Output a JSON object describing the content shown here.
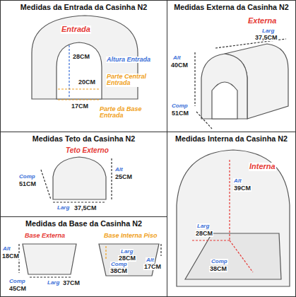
{
  "diagram": {
    "nodes": [
      {
        "text": [
          "Medidas da Entrada da Casinha N2"
        ]
      },
      {
        "text": [
          "Medidas Externa da Casinha N2"
        ]
      },
      {
        "text": [
          "Medidas Teto da Casinha N2"
        ]
      },
      {
        "text": [
          "Medidas Interna da Casinha N2"
        ]
      },
      {
        "text": [
          "Medidas da Base da Casinha N2"
        ]
      }
    ],
    "labels": [
      "Entrada",
      "28CM",
      "Altura Entrada",
      "20CM",
      "Parte Central Entrada",
      "17CM",
      "Parte da Base Entrada",
      "Externa",
      "Alt",
      "40CM",
      "Larg",
      "37,5CM",
      "Comp",
      "51CM",
      "Teto Externo",
      "Alt",
      "25CM",
      "Comp",
      "51CM",
      "Larg",
      "37,5CM",
      "Interna",
      "Alt",
      "39CM",
      "Larg",
      "28CM",
      "Comp",
      "38CM",
      "Base Externa",
      "Alt",
      "18CM",
      "Comp",
      "45CM",
      "Larg",
      "37CM",
      "Base Interna Piso",
      "Larg",
      "28CM",
      "Comp",
      "38CM",
      "Alt",
      "17CM"
    ]
  }
}
